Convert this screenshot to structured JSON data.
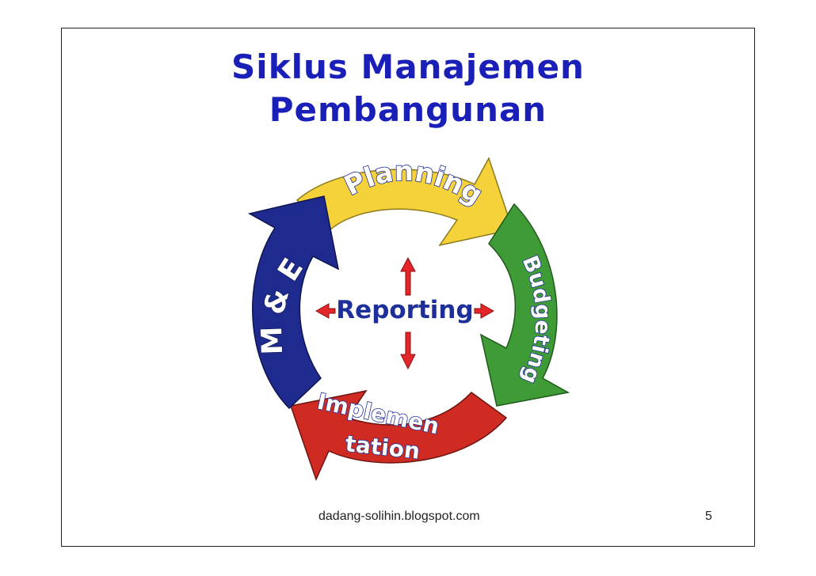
{
  "title": {
    "line1": "Siklus Manajemen",
    "line2": "Pembangunan"
  },
  "diagram": {
    "center": "Reporting",
    "stages": {
      "planning": "Planning",
      "budgeting": "Budgeting",
      "implementation_line1": "Implemen",
      "implementation_line2": "tation",
      "me": "M & E"
    },
    "colors": {
      "planning": "#f5d23a",
      "budgeting": "#3f9b35",
      "implementation": "#cf2b22",
      "me": "#1e2a8e",
      "reporting_text": "#1f2f9a",
      "center_arrows": "#e4252a"
    }
  },
  "footer": {
    "source": "dadang-solihin.blogspot.com",
    "page": "5"
  }
}
